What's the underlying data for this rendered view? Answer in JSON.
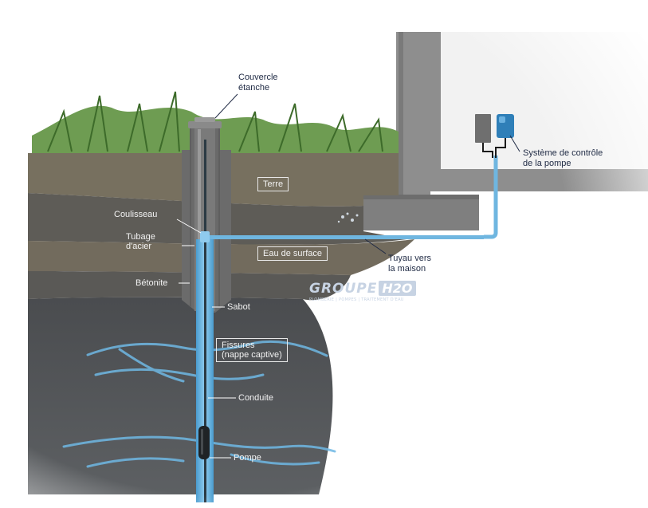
{
  "labels": {
    "couvercle_1": "Couvercle",
    "couvercle_2": "étanche",
    "systeme_1": "Système de contrôle",
    "systeme_2": "de la pompe",
    "terre": "Terre",
    "coulisseau": "Coulisseau",
    "tubage_1": "Tubage",
    "tubage_2": "d'acier",
    "eau_surface": "Eau de surface",
    "tuyau_1": "Tuyau vers",
    "tuyau_2": "la maison",
    "betonite": "Bétonite",
    "sabot": "Sabot",
    "fissures_1": "Fissures",
    "fissures_2": "(nappe captive)",
    "conduite": "Conduite",
    "pompe": "Pompe"
  },
  "logo": {
    "text": "GROUPE",
    "h2o": "H2O",
    "tagline": "PLOMBERIE | POMPES | TRAITEMENT D'EAU"
  },
  "colors": {
    "water": "#5aa9d6",
    "pipe": "#6fb6e0",
    "soil_top": "#7a7466",
    "soil_mid": "#5b5a55",
    "bedrock": "#4b4d50",
    "grass": "#4f8a3a",
    "house": "#8c8c8c",
    "label_ink": "#1f2a44"
  }
}
